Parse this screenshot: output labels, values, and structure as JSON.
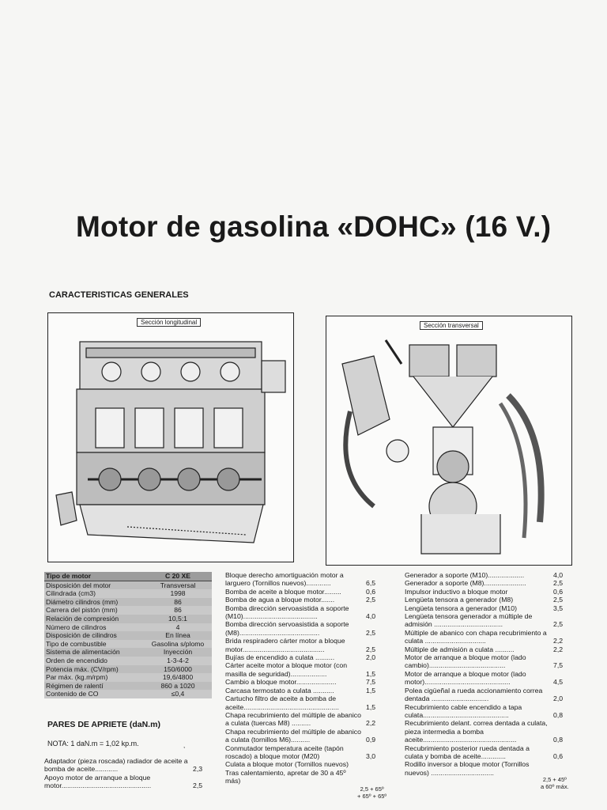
{
  "title": "Motor de gasolina «DOHC» (16 V.)",
  "section_general": "CARACTERISTICAS GENERALES",
  "figures": {
    "left_caption": "Sección longitudinal",
    "right_caption": "Sección transversal"
  },
  "spec_table": {
    "header": [
      "Tipo de motor",
      "C 20 XE"
    ],
    "rows": [
      [
        "Disposición del motor",
        "Transversal"
      ],
      [
        "Cilindrada (cm3)",
        "1998"
      ],
      [
        "Diámetro cilindros (mm)",
        "86"
      ],
      [
        "Carrera del pistón (mm)",
        "86"
      ],
      [
        "Relación de compresión",
        "10,5:1"
      ],
      [
        "Número de cilindros",
        "4"
      ],
      [
        "Disposición de cilindros",
        "En línea"
      ],
      [
        "Tipo de combustible",
        "Gasolina s/plomo"
      ],
      [
        "Sistema de alimentación",
        "Inyección"
      ],
      [
        "Orden de encendido",
        "1-3-4-2"
      ],
      [
        "Potencia máx. (CV/rpm)",
        "150/6000"
      ],
      [
        "Par máx. (kg.m/rpm)",
        "19,6/4800"
      ],
      [
        "Régimen de ralentí",
        "860 a 1020"
      ],
      [
        "Contenido de CO",
        "≤0,4"
      ]
    ]
  },
  "torque_heading": "PARES DE APRIETE (daN.m)",
  "nota": "NOTA: 1 daN.m = 1,02 kp.m.",
  "nota_mark": ",",
  "col1": [
    {
      "text": "Adaptador (pieza roscada) radiador de aceite a bomba de aceite............",
      "value": "2,3"
    },
    {
      "text": "Apoyo motor de arranque a bloque motor...............................................",
      "value": "2,5"
    }
  ],
  "col2": [
    {
      "text": "Bloque derecho amortiguación motor a larguero (Tornillos nuevos).............",
      "value": "6,5"
    },
    {
      "text": "Bomba de aceite a bloque motor.........",
      "value": "0,6"
    },
    {
      "text": "Bomba de agua a bloque motor.......",
      "value": "2,5"
    },
    {
      "text": "Bomba dirección servoasistida a soporte (M10).......................................",
      "value": "4,0"
    },
    {
      "text": "Bomba dirección servoasistida a soporte (M8)..........................................",
      "value": "2,5"
    },
    {
      "text": "Brida respiradero cárter motor a bloque motor...........................................",
      "value": "2,5"
    },
    {
      "text": "Bujías de encendido a culata ..........",
      "value": "2,0"
    },
    {
      "text": "Cárter aceite motor a bloque motor (con masilla de seguridad)...................",
      "value": "1,5"
    },
    {
      "text": "Cambio a bloque motor.....................",
      "value": "7,5"
    },
    {
      "text": "Carcasa termostato a culata ...........",
      "value": "1,5"
    },
    {
      "text": "Cartucho filtro de aceite a bomba de aceite..................................................",
      "value": "1,5"
    },
    {
      "text": "Chapa recubrimiento del múltiple de abanico a culata (tuercas M8) ..........",
      "value": "2,2"
    },
    {
      "text": "Chapa recubrimiento del múltiple de abanico a culata (tornillos M6)..........",
      "value": "0,9"
    },
    {
      "text": "Conmutador temperatura aceite (tapón roscado) a bloque motor (M20)",
      "value": "3,0"
    },
    {
      "text": "Culata a bloque motor (Tornillos nuevos) Tras calentamiento, apretar de 30 a 45º más)",
      "value": ""
    }
  ],
  "col2_foot": [
    "2,5 + 65º",
    "+ 65º + 65º"
  ],
  "col3": [
    {
      "text": "Generador a soporte (M10)...................",
      "value": "4,0"
    },
    {
      "text": "Generador a soporte (M8)......................",
      "value": "2,5"
    },
    {
      "text": "Impulsor inductivo a bloque motor",
      "value": "0,6"
    },
    {
      "text": "Lengüeta tensora a generador (M8)",
      "value": "2,5"
    },
    {
      "text": "Lengüeta tensora a generador (M10)",
      "value": "3,5"
    },
    {
      "text": "Lengüeta tensora generador a múltiple de admisión ....................................",
      "value": "2,5"
    },
    {
      "text": "Múltiple de abanico con chapa recubrimiento a culata ................................",
      "value": "2,2"
    },
    {
      "text": "Múltiple de admisión a culata ..........",
      "value": "2,2"
    },
    {
      "text": "Motor de arranque a bloque motor (lado cambio)........................................",
      "value": "7,5"
    },
    {
      "text": "Motor de arranque a bloque motor (lado motor).............................................",
      "value": "4,5"
    },
    {
      "text": "Polea cigüeñal a rueda accionamiento correa dentada ..............................",
      "value": "2,0"
    },
    {
      "text": "Recubrimiento cable encendido a tapa culata.............................................",
      "value": "0,8"
    },
    {
      "text": "Recubrimiento delant. correa dentada a culata, pieza intermedia a bomba aceite.................................................",
      "value": "0,8"
    },
    {
      "text": "Recubrimiento posterior rueda dentada a culata y bomba de aceite.............",
      "value": "0,6"
    },
    {
      "text": "Rodillo inversor a bloque motor (Tornillos nuevos) .................................",
      "value": ""
    }
  ],
  "col3_foot": [
    "2,5 + 45º",
    "a 60º máx."
  ]
}
